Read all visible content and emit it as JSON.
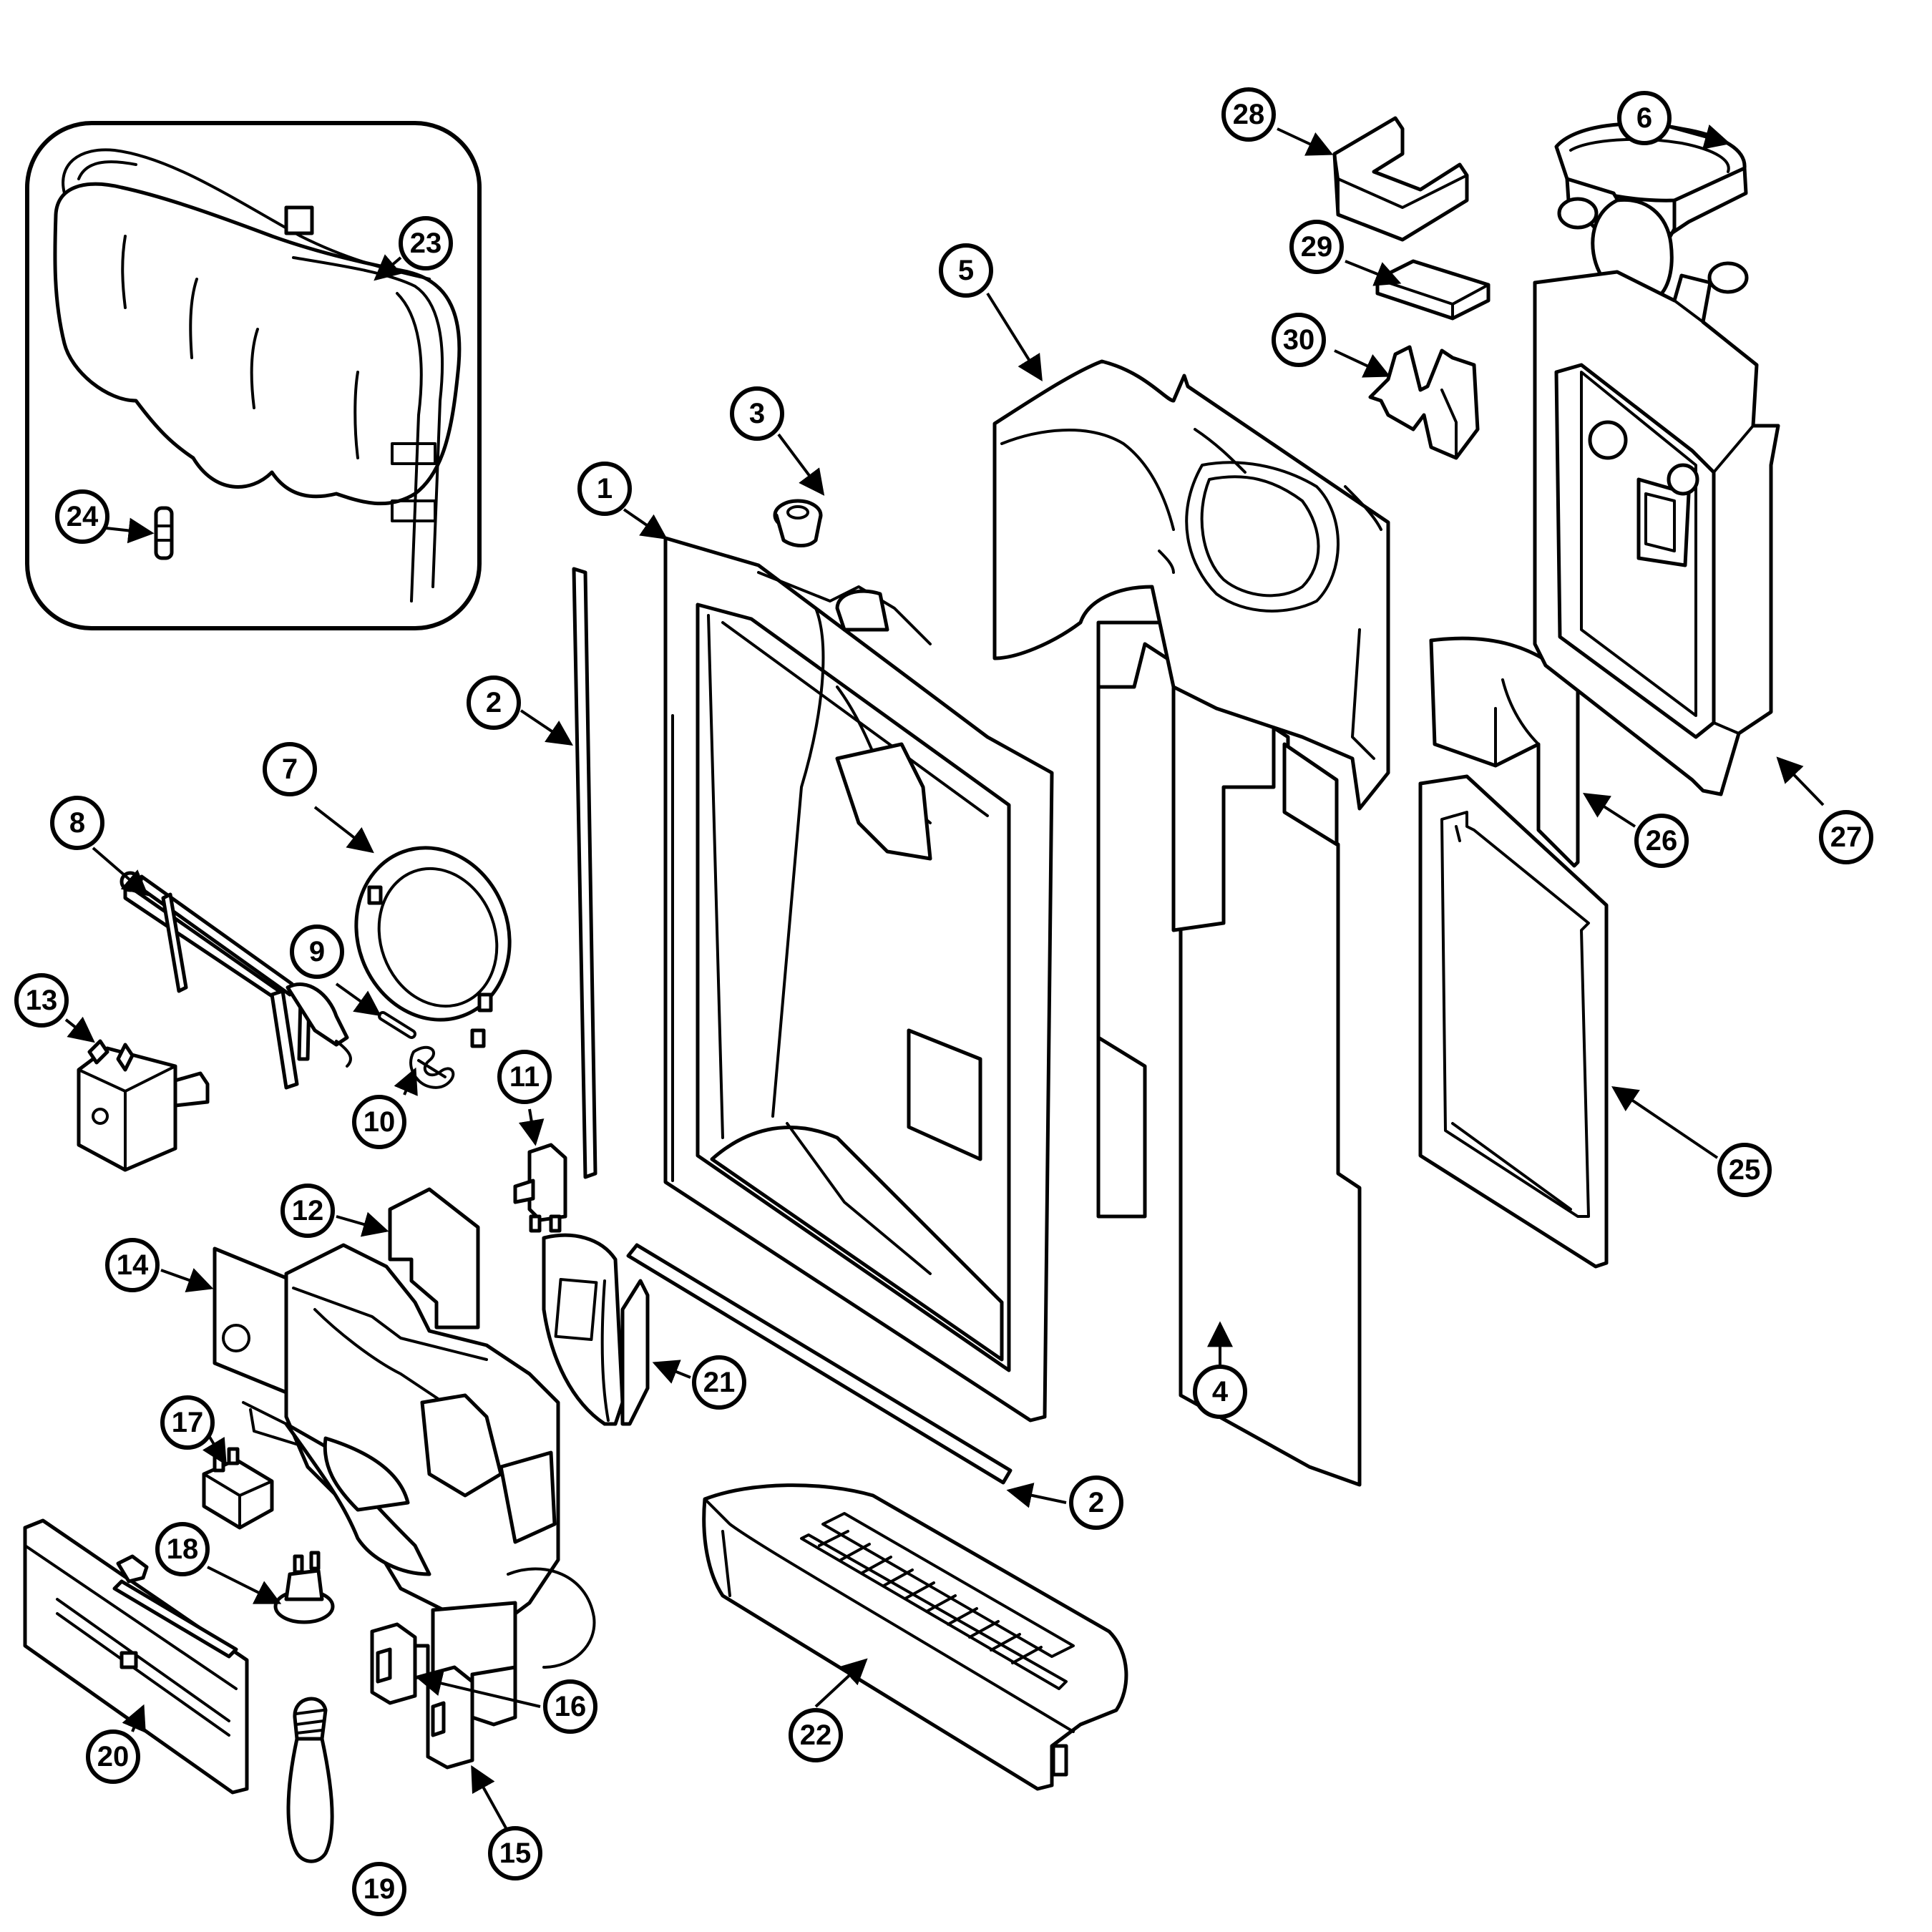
{
  "colors": {
    "line": "#000000",
    "background": "#ffffff"
  },
  "callouts": [
    "1",
    "2",
    "3",
    "4",
    "5",
    "6",
    "7",
    "8",
    "9",
    "10",
    "11",
    "12",
    "13",
    "14",
    "15",
    "16",
    "17",
    "18",
    "19",
    "20",
    "21",
    "22",
    "23",
    "24",
    "25",
    "26",
    "27",
    "28",
    "29",
    "30"
  ],
  "callout_2b": "2"
}
